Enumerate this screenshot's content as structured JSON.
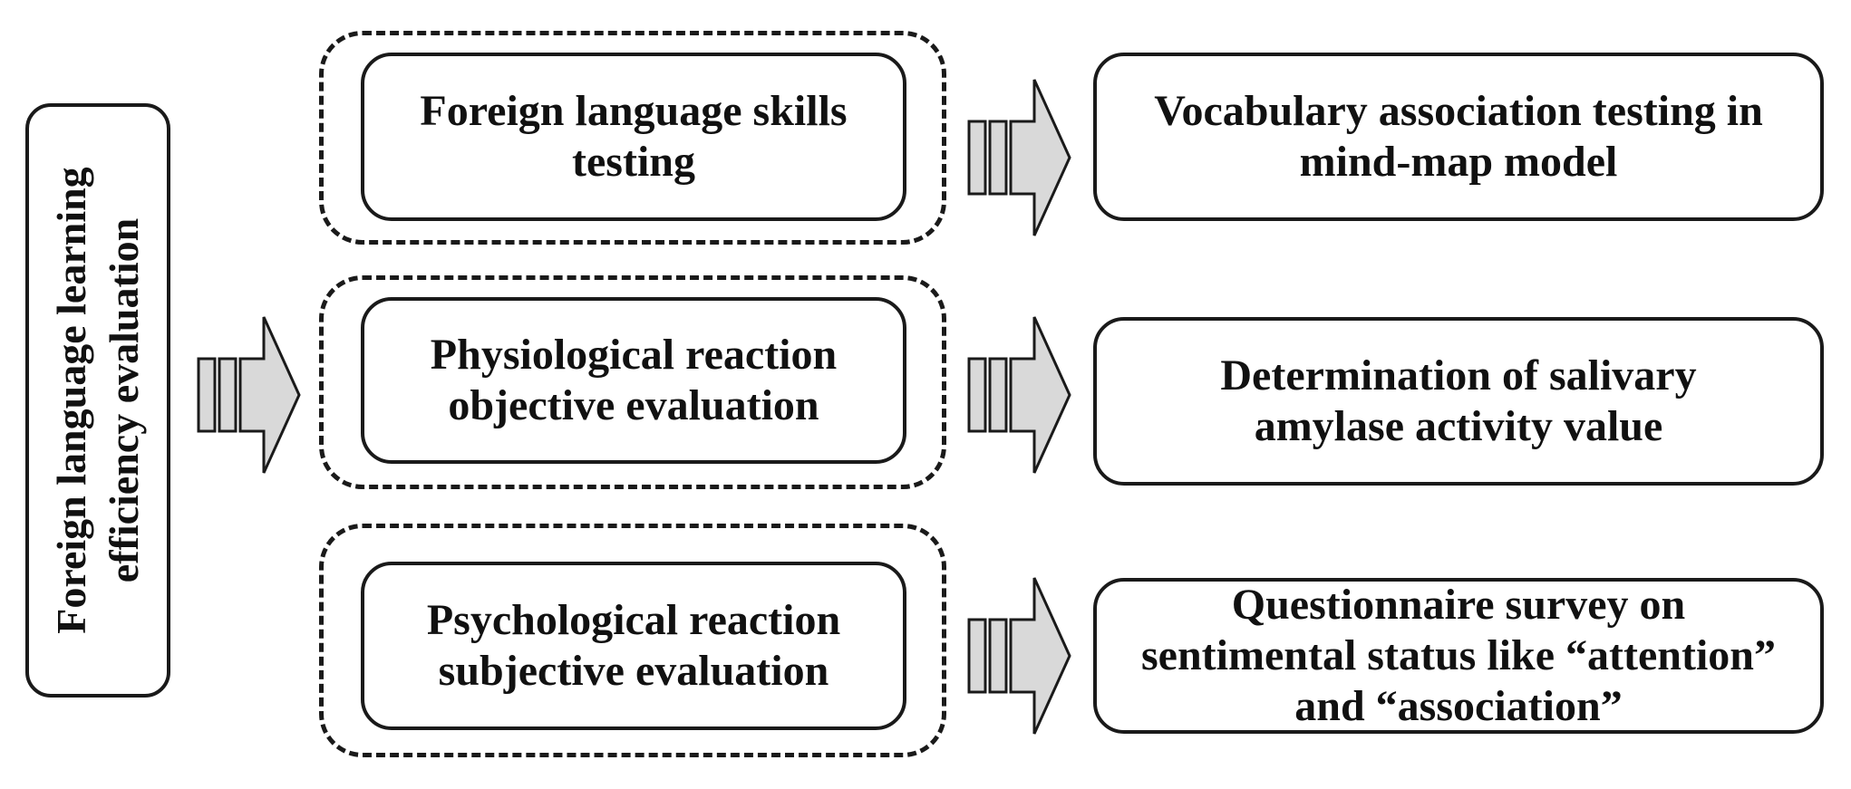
{
  "root": {
    "label_line1": "Foreign language learning",
    "label_line2": "efficiency evaluation"
  },
  "methods": [
    {
      "line1": "Foreign language skills",
      "line2": "testing"
    },
    {
      "line1": "Physiological reaction",
      "line2": "objective evaluation"
    },
    {
      "line1": "Psychological reaction",
      "line2": "subjective evaluation"
    }
  ],
  "measures": [
    {
      "line1": "Vocabulary association testing in",
      "line2": "mind-map model",
      "line3": ""
    },
    {
      "line1": "Determination of salivary",
      "line2": "amylase activity value",
      "line3": ""
    },
    {
      "line1": "Questionnaire survey on",
      "line2": "sentimental status like “attention”",
      "line3": "and “association”"
    }
  ],
  "colors": {
    "arrow_fill": "#d9d9d9",
    "stroke": "#1a1a1a"
  }
}
